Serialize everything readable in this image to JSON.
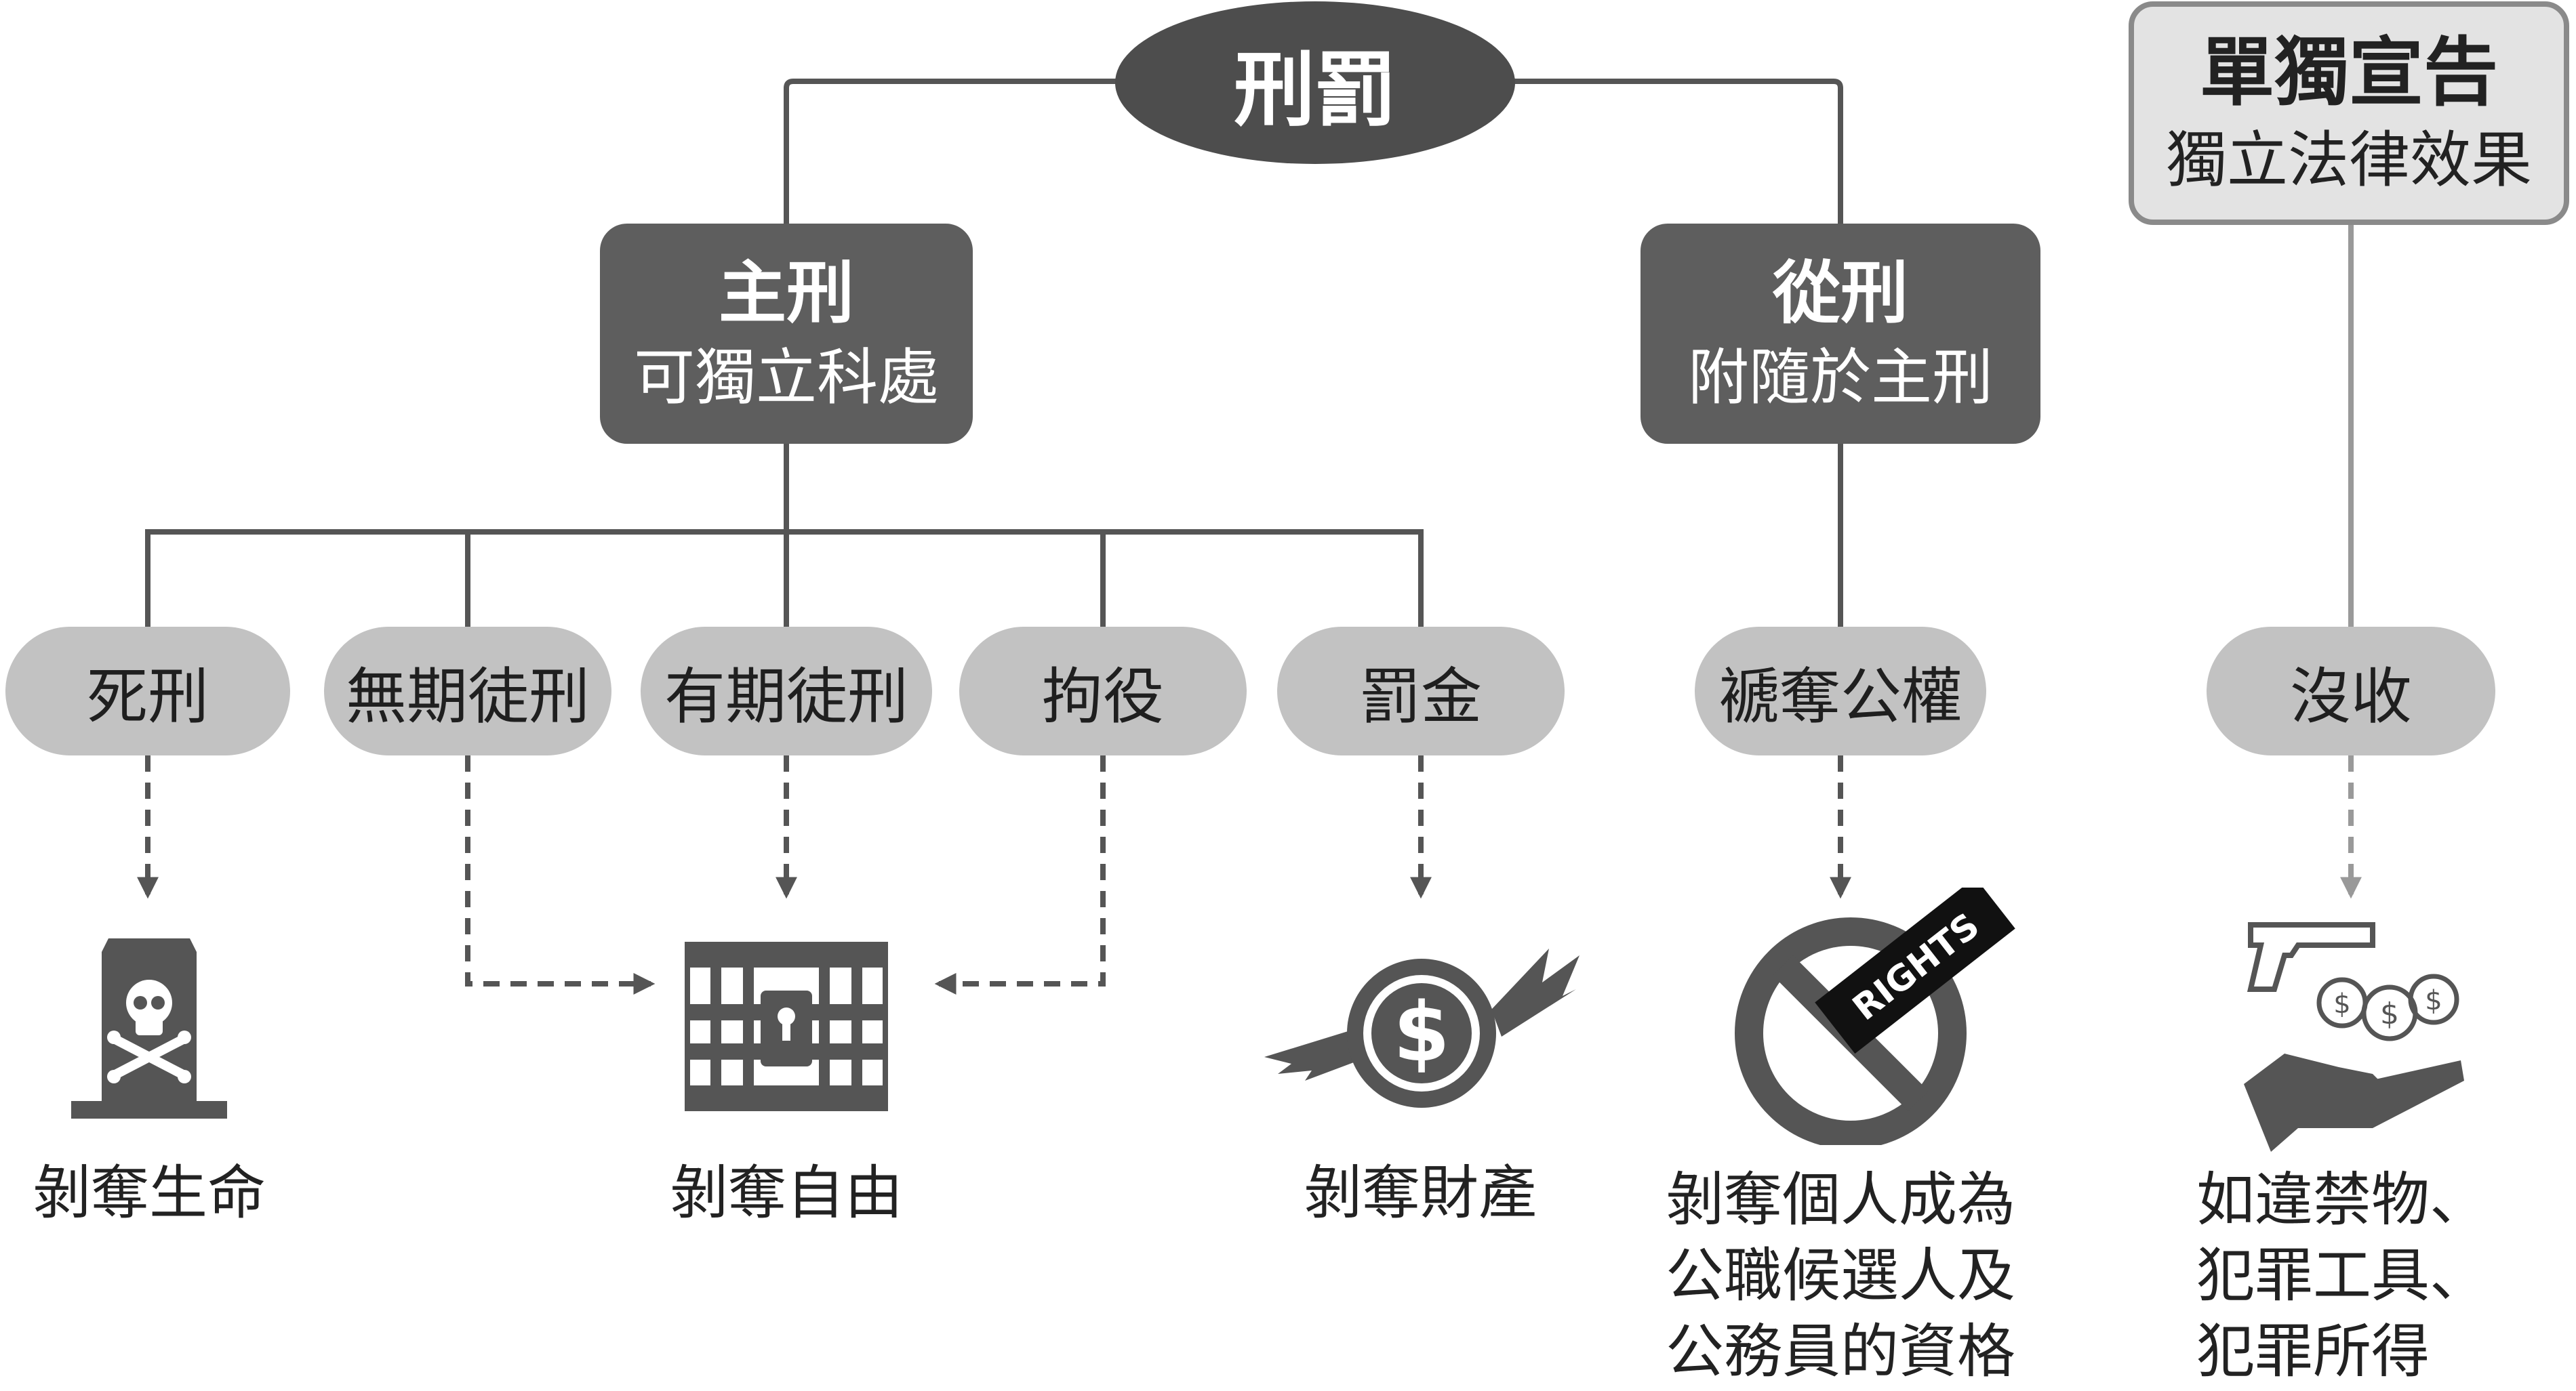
{
  "root": {
    "label": "刑罰"
  },
  "main_penalty": {
    "title": "主刑",
    "subtitle": "可獨立科處"
  },
  "accessory_penalty": {
    "title": "從刑",
    "subtitle": "附隨於主刑"
  },
  "independent_declaration": {
    "title": "單獨宣告",
    "subtitle": "獨立法律效果"
  },
  "penalties": [
    {
      "label": "死刑"
    },
    {
      "label": "無期徒刑"
    },
    {
      "label": "有期徒刑"
    },
    {
      "label": "拘役"
    },
    {
      "label": "罰金"
    },
    {
      "label": "褫奪公權"
    },
    {
      "label": "沒收"
    }
  ],
  "effects": {
    "life": "剝奪生命",
    "liberty": "剝奪自由",
    "property": "剝奪財產",
    "rights": [
      "剝奪個人成為",
      "公職候選人及",
      "公務員的資格"
    ],
    "confiscation": [
      "如違禁物、",
      "犯罪工具、",
      "犯罪所得"
    ]
  },
  "icons": {
    "tombstone": "tombstone-skull-icon",
    "jail": "jail-cell-icon",
    "money": "flying-money-icon",
    "no_rights": "no-rights-icon",
    "confiscate": "hand-gun-moneybags-icon",
    "rights_text": "RIGHTS"
  },
  "colors": {
    "dark_node": "#5e5e5e",
    "root_node": "#4d4d4d",
    "pill": "#c2c2c2",
    "connector": "#555555",
    "light_connector": "#999999"
  }
}
